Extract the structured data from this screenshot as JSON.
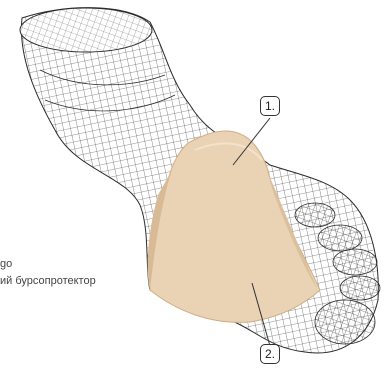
{
  "callouts": [
    {
      "label": "1."
    },
    {
      "label": "2."
    }
  ],
  "caption": {
    "line1": "go",
    "line2": "ий бурсопротектор"
  },
  "colors": {
    "wire": "#2a2a2a",
    "sleeve": "#ead3b4",
    "sleeve_shadow": "#d8bb96"
  }
}
